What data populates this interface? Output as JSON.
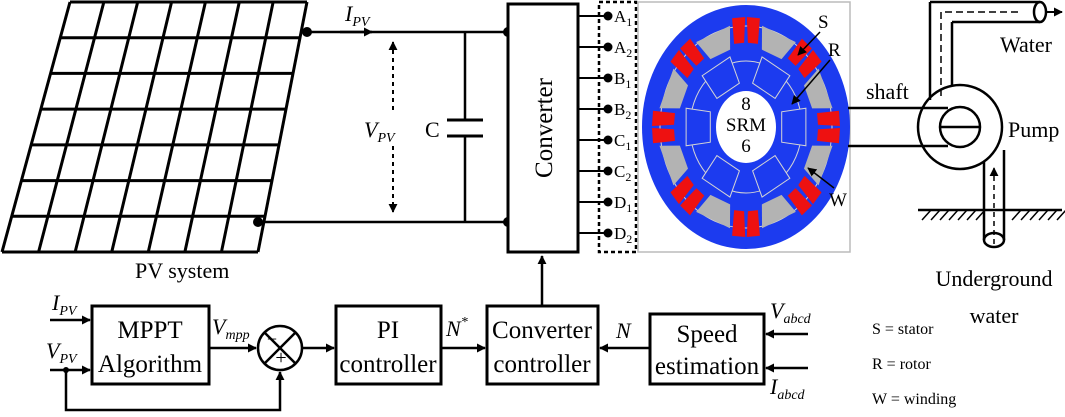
{
  "pv_system": {
    "label": "PV system"
  },
  "signals": {
    "i_pv": {
      "base": "I",
      "sub": "PV"
    },
    "v_pv": {
      "base": "V",
      "sub": "PV"
    },
    "v_mpp": {
      "base": "V",
      "sub": "mpp"
    },
    "n_star": {
      "base": "N",
      "sup": "*"
    },
    "n": "N",
    "v_abcd": {
      "base": "V",
      "sub": "abcd"
    },
    "i_abcd": {
      "base": "I",
      "sub": "abcd"
    }
  },
  "capacitor": {
    "label": "C"
  },
  "converter": {
    "label": "Converter"
  },
  "phases": [
    {
      "base": "A",
      "sub": "1"
    },
    {
      "base": "A",
      "sub": "2"
    },
    {
      "base": "B",
      "sub": "1"
    },
    {
      "base": "B",
      "sub": "2"
    },
    {
      "base": "C",
      "sub": "1"
    },
    {
      "base": "C",
      "sub": "2"
    },
    {
      "base": "D",
      "sub": "1"
    },
    {
      "base": "D",
      "sub": "2"
    }
  ],
  "motor": {
    "line1": "8",
    "line2": "SRM",
    "line3": "6",
    "label_s": "S",
    "label_r": "R",
    "label_w": "W",
    "colors": {
      "body": "#1c3bef",
      "pole": "#b3b3b3",
      "winding": "#ee1111",
      "outline": "#d4d4d4"
    }
  },
  "mechanical": {
    "shaft": "shaft",
    "pump": "Pump",
    "water": "Water",
    "underground_line1": "Underground",
    "underground_line2": "water"
  },
  "control": {
    "mppt_line1": "MPPT",
    "mppt_line2": "Algorithm",
    "pi_line1": "PI",
    "pi_line2": "controller",
    "conv_ctrl_line1": "Converter",
    "conv_ctrl_line2": "controller",
    "speed_line1": "Speed",
    "speed_line2": "estimation",
    "sum_minus": "−",
    "sum_plus": "+"
  },
  "legend": [
    "S = stator",
    "R = rotor",
    "W = winding"
  ]
}
